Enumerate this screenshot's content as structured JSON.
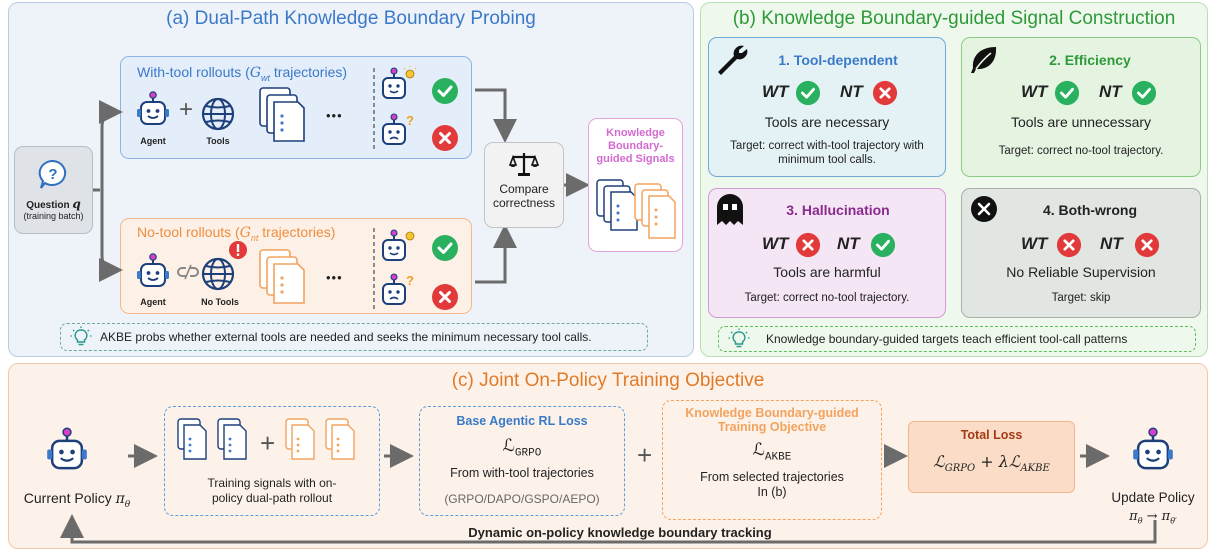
{
  "panel_a": {
    "title": "(a) Dual-Path Knowledge Boundary Probing",
    "question_label": "Question",
    "question_var": "q",
    "question_sub": "(training batch)",
    "with_tool_title_pre": "With-tool rollouts (",
    "with_tool_G": "G",
    "with_tool_sub": "wt",
    "with_tool_title_post": " trajectories)",
    "no_tool_title_pre": "No-tool rollouts (",
    "no_tool_G": "G",
    "no_tool_sub": "nt",
    "no_tool_title_post": " trajectories)",
    "agent_label": "Agent",
    "tools_label": "Tools",
    "no_tools_label": "No Tools",
    "plus": "+",
    "ellipsis": "•••",
    "compare_label": "Compare correctness",
    "signals_label": "Knowledge Boundary-guided Signals",
    "note": "AKBE probs whether external tools are needed and seeks the minimum necessary tool calls."
  },
  "panel_b": {
    "title": "(b) Knowledge Boundary-guided Signal Construction",
    "wt": "WT",
    "nt": "NT",
    "cards": [
      {
        "title": "1. Tool-dependent",
        "statement": "Tools are necessary",
        "target": "Target: correct with-tool trajectory with minimum tool calls."
      },
      {
        "title": "2. Efficiency",
        "statement": "Tools are unnecessary",
        "target": "Target: correct no-tool trajectory."
      },
      {
        "title": "3. Hallucination",
        "statement": "Tools are harmful",
        "target": "Target: correct no-tool trajectory."
      },
      {
        "title": "4. Both-wrong",
        "statement": "No Reliable Supervision",
        "target": "Target: skip"
      }
    ],
    "note": "Knowledge boundary-guided targets teach efficient tool-call patterns"
  },
  "panel_c": {
    "title": "(c) Joint On-Policy Training Objective",
    "current_policy": "Current Policy",
    "current_policy_var": "π",
    "current_policy_sub": "θ",
    "training_signals": "Training signals with on-policy dual-path rollout",
    "plus": "+",
    "base_title": "Base Agentic RL Loss",
    "base_L": "ℒ",
    "base_sub": "GRPO",
    "base_from": "From with-tool trajectories",
    "base_methods": "(GRPO/DAPO/GSPO/AEPO)",
    "kb_title": "Knowledge Boundary-guided Training Objective",
    "kb_L": "ℒ",
    "kb_sub": "AKBE",
    "kb_from": "From selected trajectories In (b)",
    "total_title": "Total Loss",
    "total_formula_L1": "ℒ",
    "total_formula_s1": "GRPO",
    "total_formula_mid": " + λℒ",
    "total_formula_s2": "AKBE",
    "update_policy": "Update Policy",
    "update_formula": "π",
    "update_sub1": "θ",
    "update_arrow": " → π",
    "update_sub2": "θ′",
    "feedback": "Dynamic on-policy knowledge boundary tracking"
  },
  "colors": {
    "blue": "#3b79c9",
    "orange": "#f2a35e",
    "green": "#2ab15f",
    "red": "#e23a3a",
    "pink": "#d36ad0",
    "purple": "#8a2a8f",
    "panel_a_bg": "#eef3fa",
    "panel_b_bg": "#eef8ec",
    "panel_c_bg": "#fdf2ea"
  }
}
